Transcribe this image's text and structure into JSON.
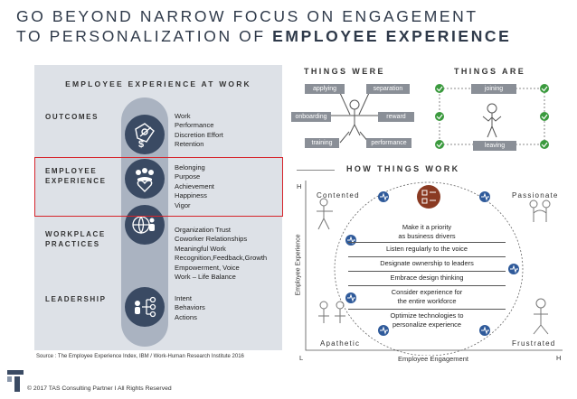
{
  "title": {
    "line1": "GO BEYOND NARROW FOCUS ON ENGAGEMENT",
    "line2_prefix": "TO PERSONALIZATION OF ",
    "line2_bold": "EMPLOYEE EXPERIENCE"
  },
  "left_panel": {
    "heading": "EMPLOYEE EXPERIENCE AT WORK",
    "sections": [
      {
        "label": "OUTCOMES",
        "items": [
          "Work",
          "Performance",
          "Discretion Effort",
          "Retention"
        ]
      },
      {
        "label_line1": "EMPLOYEE",
        "label_line2": "EXPERIENCE",
        "items": [
          "Belonging",
          "Purpose",
          "Achievement",
          "Happiness",
          "Vigor"
        ]
      },
      {
        "label_line1": "WORKPLACE",
        "label_line2": "PRACTICES",
        "items": [
          "Organization Trust",
          "Coworker Relationships",
          "Meaningful Work",
          "Recognition,Feedback,Growth",
          "Empowerment, Voice",
          "Work – Life Balance"
        ]
      },
      {
        "label": "LEADERSHIP",
        "items": [
          "Intent",
          "Behaviors",
          "Actions"
        ]
      }
    ],
    "source": "Source : The  Employee  Experience  Index,  IBM  / Work-Human  Research  Institute 2016"
  },
  "things_were": {
    "heading": "THINGS WERE",
    "tags": [
      "applying",
      "separation",
      "onboarding",
      "reward",
      "training",
      "performance"
    ]
  },
  "things_are": {
    "heading": "THINGS ARE",
    "top": "joining",
    "bottom": "leaving"
  },
  "how": {
    "heading": "HOW THINGS WORK",
    "corners": {
      "tl": "Contented",
      "tr": "Passionate",
      "bl": "Apathetic",
      "br": "Frustrated"
    },
    "y_axis": "Employee Experience",
    "x_axis": "Employee Engagement",
    "y_high": "H",
    "x_low": "L",
    "x_high": "H",
    "items": [
      "Make it a priority\nas business drivers",
      "Listen regularly to the voice",
      "Designate ownership to leaders",
      "Embrace design thinking",
      "Consider experience for\nthe entire workforce",
      "Optimize technologies to\npersonalize experience"
    ]
  },
  "footer": {
    "copyright": "© 2017 TAS Consulting Partner  I  All Rights Reserved"
  },
  "colors": {
    "navy": "#3a4a63",
    "pill": "#aab3c1",
    "panel": "#dde1e7",
    "red": "#d6242b",
    "green": "#3b9a3e",
    "brown": "#8a3a22"
  }
}
